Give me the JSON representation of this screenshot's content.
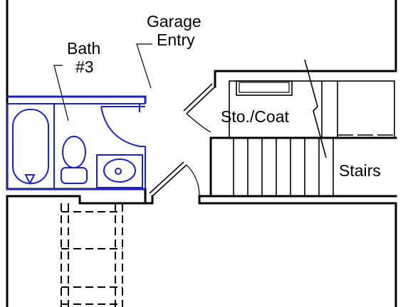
{
  "labels": {
    "bath_line1": "Bath",
    "bath_line2": "#3",
    "garage_line1": "Garage",
    "garage_line2": "Entry",
    "storage": "Sto./Coat",
    "stairs": "Stairs"
  },
  "colors": {
    "walls": "#000000",
    "bath_fixtures": "#1a22c8",
    "background": "#ffffff"
  }
}
